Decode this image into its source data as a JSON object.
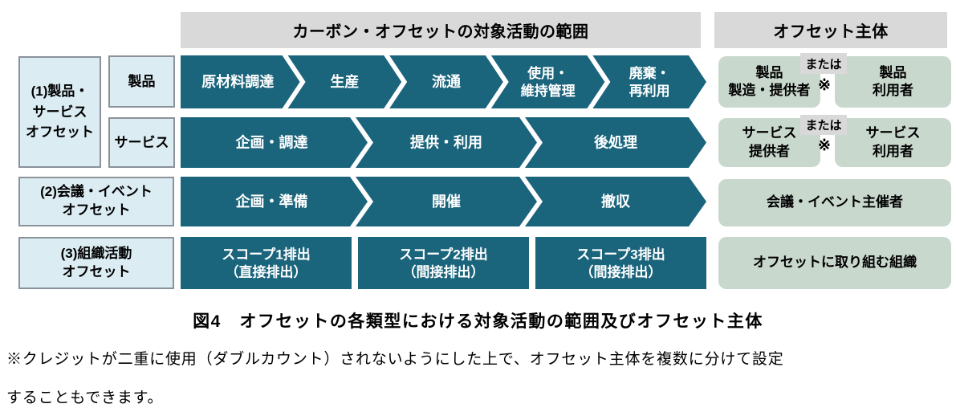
{
  "colors": {
    "teal": "#1a647c",
    "light_blue": "#dbecf3",
    "header_gray": "#d9d9d9",
    "entity_green": "#c9d8cd",
    "arrow_text": "#ffffff"
  },
  "headers": {
    "flow": "カーボン・オフセットの対象活動の範囲",
    "entity": "オフセット主体"
  },
  "row_labels": {
    "product_service": "(1)製品・\nサービス\nオフセット",
    "product": "製品",
    "service": "サービス",
    "meeting": "(2)会議・イベント\nオフセット",
    "organization": "(3)組織活動\nオフセット"
  },
  "flow": {
    "rows": [
      {
        "name": "product",
        "type": "chevron",
        "segments": [
          {
            "lines": [
              "原材料調達"
            ]
          },
          {
            "lines": [
              "生産"
            ]
          },
          {
            "lines": [
              "流通"
            ]
          },
          {
            "lines": [
              "使用・",
              "維持管理"
            ]
          },
          {
            "lines": [
              "廃棄・",
              "再利用"
            ]
          }
        ]
      },
      {
        "name": "service",
        "type": "chevron",
        "segments": [
          {
            "lines": [
              "企画・調達"
            ]
          },
          {
            "lines": [
              "提供・利用"
            ]
          },
          {
            "lines": [
              "後処理"
            ]
          }
        ]
      },
      {
        "name": "meeting",
        "type": "chevron",
        "segments": [
          {
            "lines": [
              "企画・準備"
            ]
          },
          {
            "lines": [
              "開催"
            ]
          },
          {
            "lines": [
              "撤収"
            ]
          }
        ]
      },
      {
        "name": "organization",
        "type": "rect",
        "segments": [
          {
            "lines": [
              "スコープ1排出",
              "（直接排出）"
            ]
          },
          {
            "lines": [
              "スコープ2排出",
              "（間接排出）"
            ]
          },
          {
            "lines": [
              "スコープ3排出",
              "（間接排出）"
            ]
          }
        ]
      }
    ]
  },
  "entities": {
    "or_label": "または",
    "or_note": "※",
    "product_left": "製品\n製造・提供者",
    "product_right": "製品\n利用者",
    "service_left": "サービス\n提供者",
    "service_right": "サービス\n利用者",
    "meeting": "会議・イベント主催者",
    "organization": "オフセットに取り組む組織"
  },
  "caption": "図4　オフセットの各類型における対象活動の範囲及びオフセット主体",
  "footnote": "※クレジットが二重に使用（ダブルカウント）されないようにした上で、オフセット主体を複数に分けて設定\nすることもできます。"
}
